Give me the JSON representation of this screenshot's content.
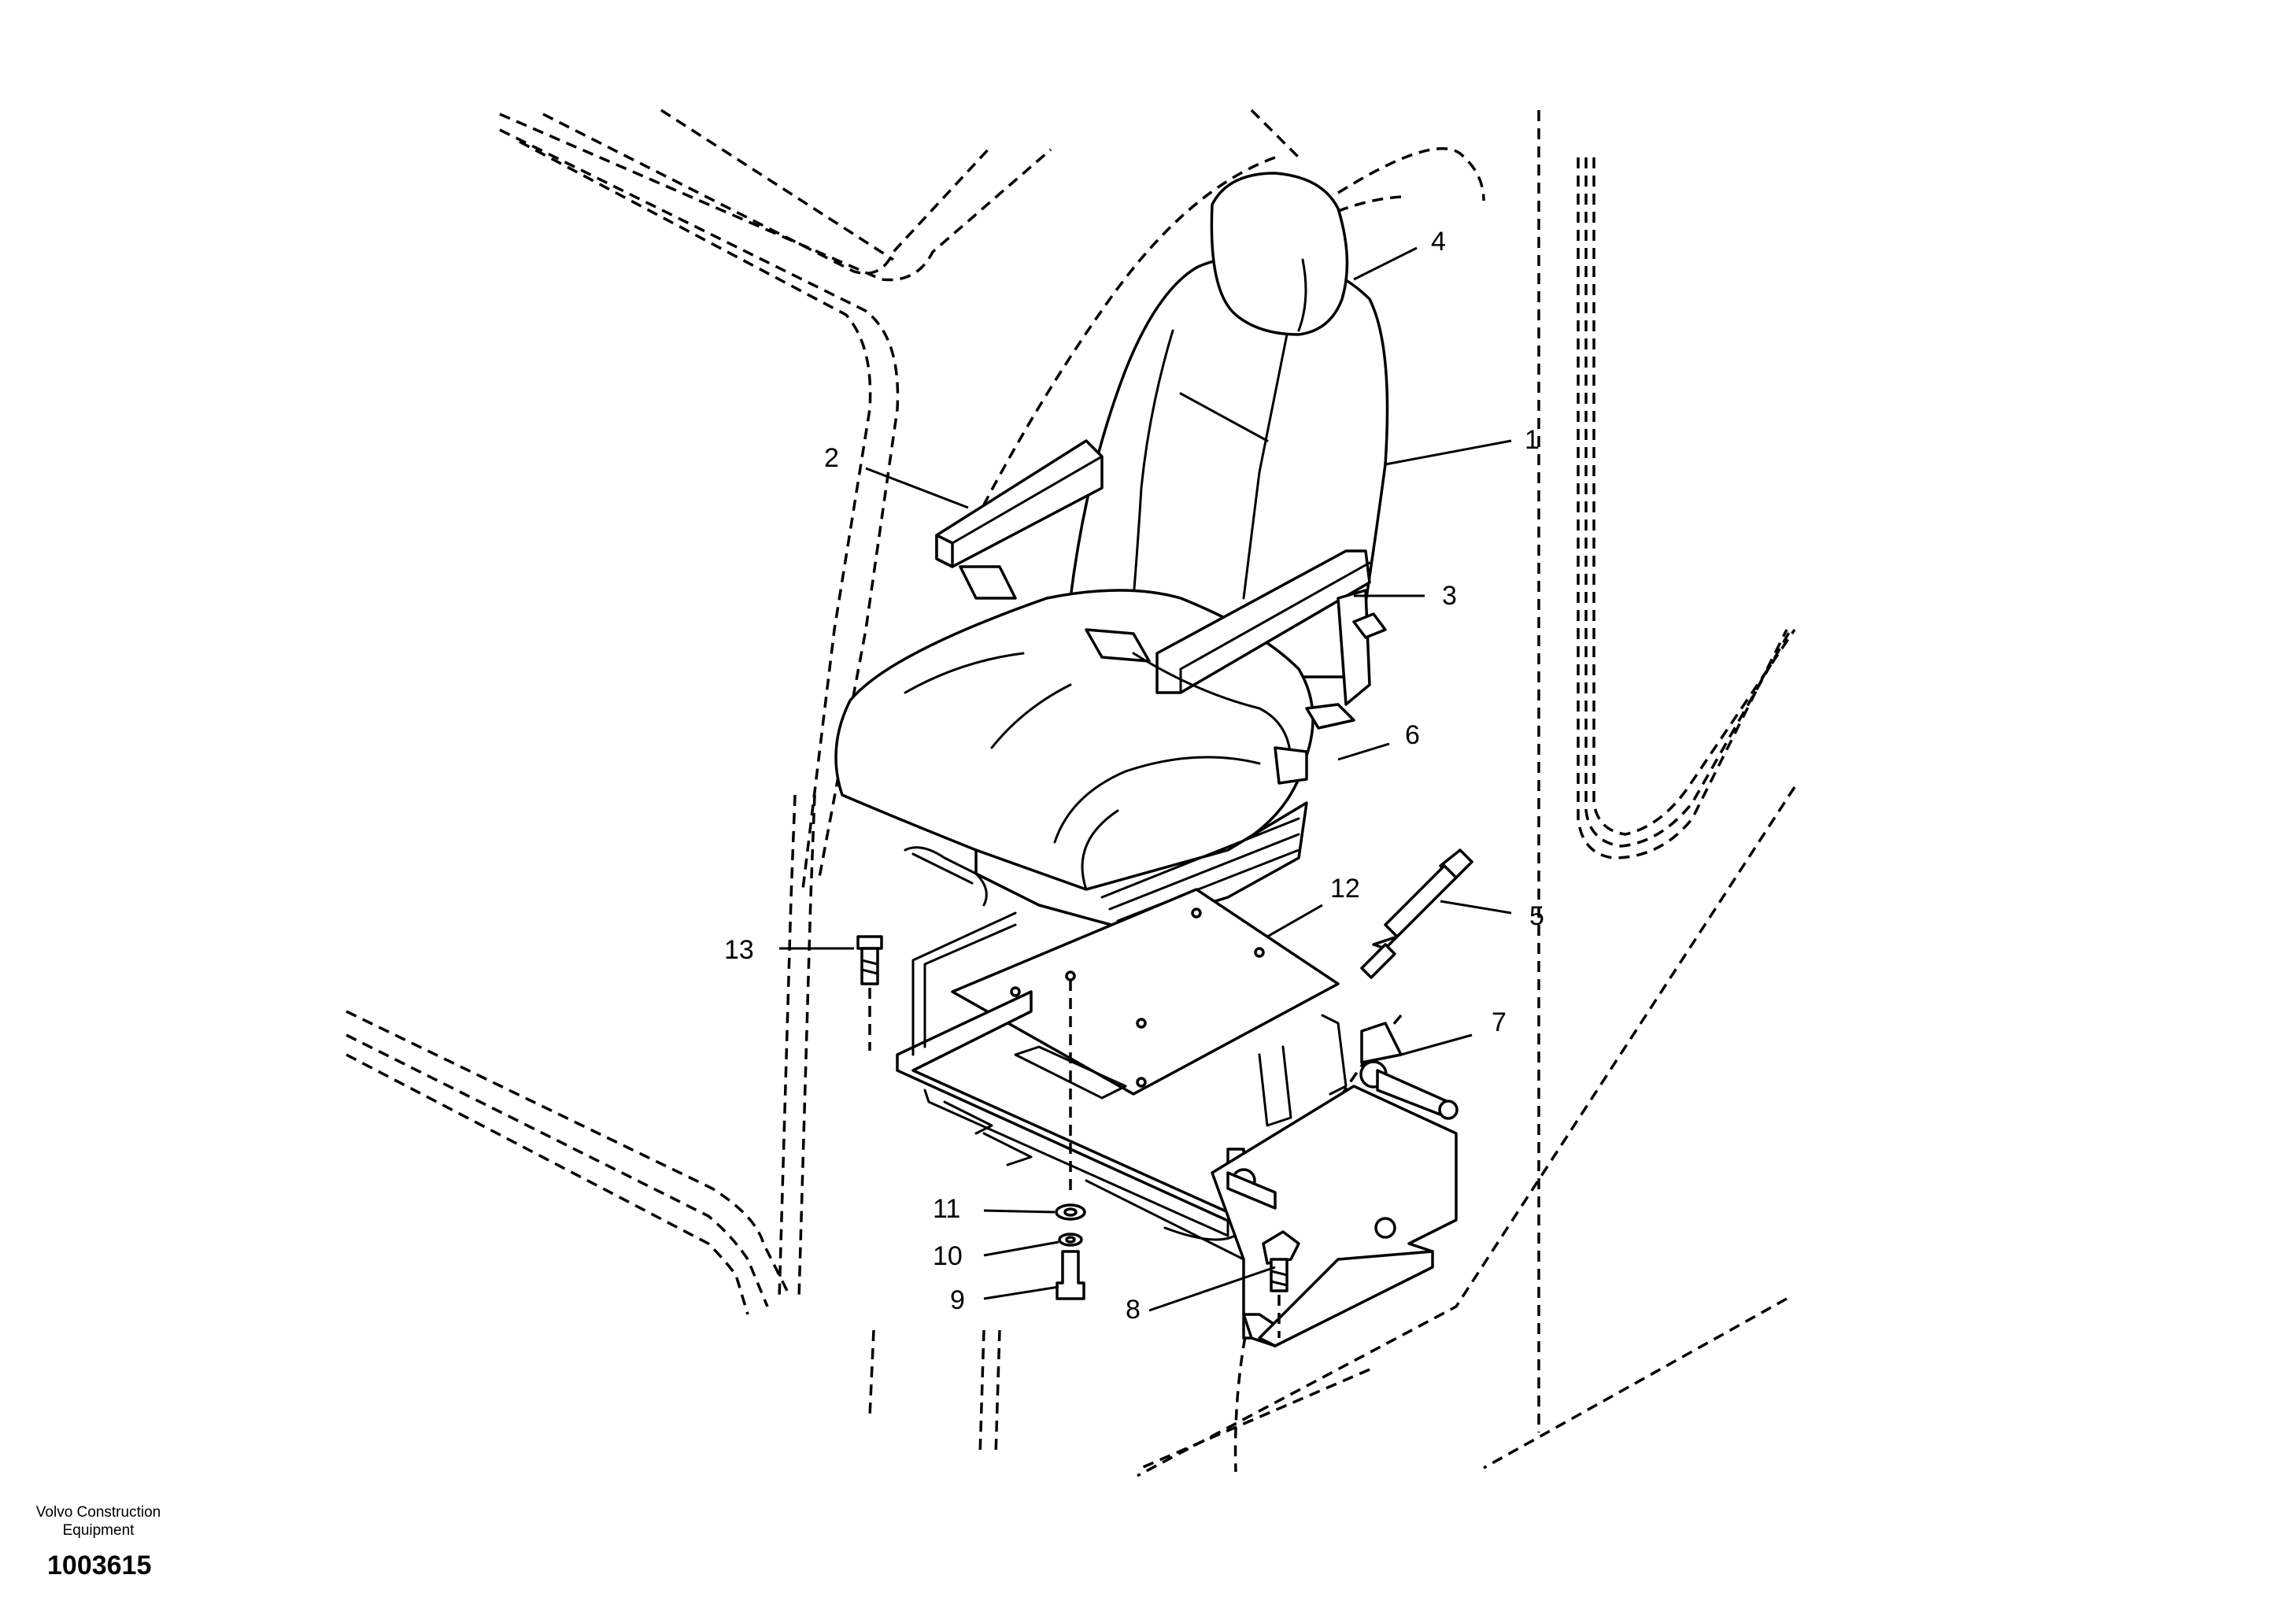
{
  "diagram": {
    "callouts": [
      "1",
      "2",
      "3",
      "4",
      "5",
      "6",
      "7",
      "8",
      "9",
      "10",
      "11",
      "12",
      "13"
    ]
  },
  "footer": {
    "brand": "Volvo Construction Equipment",
    "doc_number": "1003615"
  }
}
